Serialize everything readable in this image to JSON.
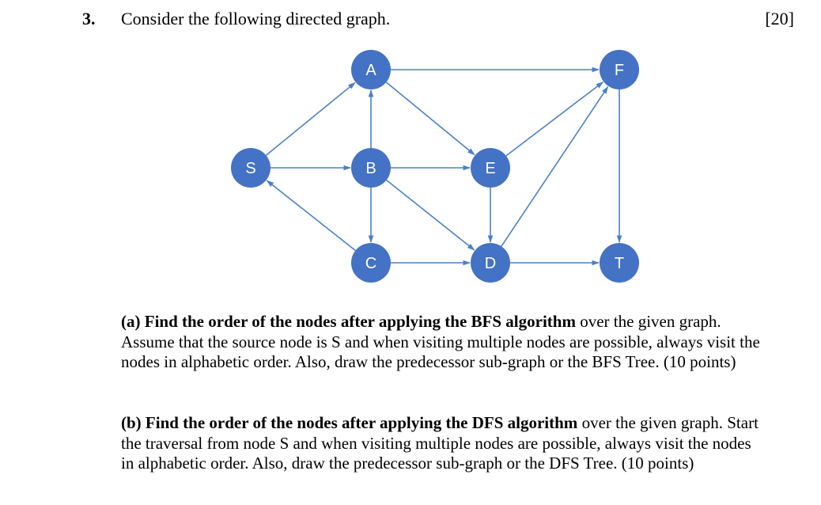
{
  "question": {
    "number": "3.",
    "prompt": "Consider the following directed graph.",
    "marks": "[20]"
  },
  "graph": {
    "node_color": "#4472c4",
    "edge_color": "#4a80c8",
    "nodes": [
      {
        "id": "A",
        "label": "A"
      },
      {
        "id": "F",
        "label": "F"
      },
      {
        "id": "S",
        "label": "S"
      },
      {
        "id": "B",
        "label": "B"
      },
      {
        "id": "E",
        "label": "E"
      },
      {
        "id": "C",
        "label": "C"
      },
      {
        "id": "D",
        "label": "D"
      },
      {
        "id": "T",
        "label": "T"
      }
    ],
    "edges": [
      {
        "from": "S",
        "to": "A"
      },
      {
        "from": "S",
        "to": "B"
      },
      {
        "from": "C",
        "to": "S"
      },
      {
        "from": "A",
        "to": "F"
      },
      {
        "from": "A",
        "to": "E"
      },
      {
        "from": "B",
        "to": "A"
      },
      {
        "from": "B",
        "to": "E"
      },
      {
        "from": "B",
        "to": "C"
      },
      {
        "from": "B",
        "to": "D"
      },
      {
        "from": "E",
        "to": "F"
      },
      {
        "from": "E",
        "to": "D"
      },
      {
        "from": "C",
        "to": "D"
      },
      {
        "from": "D",
        "to": "F"
      },
      {
        "from": "D",
        "to": "T"
      },
      {
        "from": "F",
        "to": "T"
      }
    ]
  },
  "parts": {
    "a": {
      "bold": "(a) Find the order of the nodes after applying the BFS algorithm",
      "rest": " over the given graph. Assume that the source node is S and when visiting multiple nodes are possible, always visit the nodes in alphabetic order. Also, draw the predecessor sub-graph or the BFS Tree. (10 points)"
    },
    "b": {
      "bold": "(b) Find the order of the nodes after applying the DFS algorithm",
      "rest": " over the given graph. Start the traversal from node S and when visiting multiple nodes are possible, always visit the nodes in alphabetic order. Also, draw the predecessor sub-graph or the DFS Tree. (10 points)"
    }
  }
}
